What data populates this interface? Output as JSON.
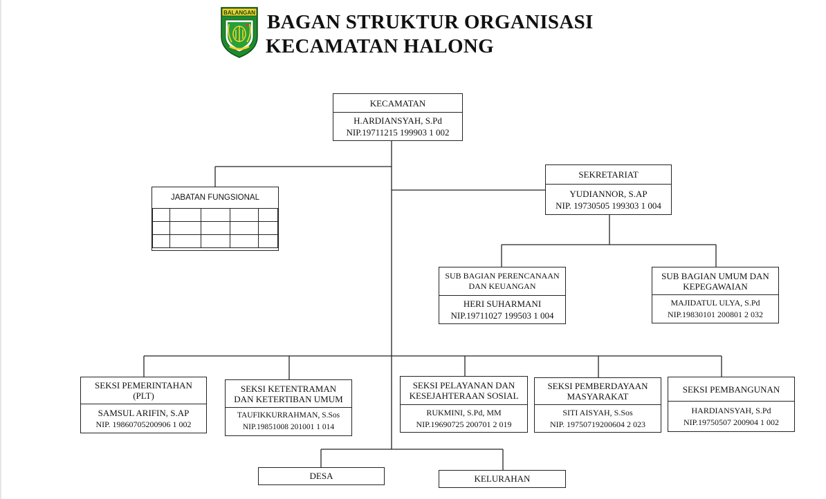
{
  "header": {
    "title_line1": "BAGAN STRUKTUR ORGANISASI",
    "title_line2": "KECAMATAN HALONG",
    "logo_text": "BALANGAN",
    "logo_icon": "regency-emblem"
  },
  "camat": {
    "title": "KECAMATAN",
    "name": "H.ARDIANSYAH, S.Pd",
    "nip": "NIP.19711215 199903 1 002"
  },
  "sekretariat": {
    "title": "SEKRETARIAT",
    "name": "YUDIANNOR, S.AP",
    "nip": "NIP. 19730505 199303 1 004"
  },
  "fungsional": {
    "title": "JABATAN FUNGSIONAL"
  },
  "subbag_perencanaan": {
    "title_l1": "SUB BAGIAN PERENCANAAN",
    "title_l2": "DAN KEUANGAN",
    "name": "HERI SUHARMANI",
    "nip": "NIP.19711027 199503 1 004"
  },
  "subbag_umum": {
    "title_l1": "SUB BAGIAN UMUM DAN",
    "title_l2": "KEPEGAWAIAN",
    "name": "MAJIDATUL ULYA, S.Pd",
    "nip": "NIP.19830101 200801 2 032"
  },
  "seksi_pemerintahan": {
    "title_l1": "SEKSI PEMERINTAHAN",
    "title_l2": "(PLT)",
    "name": "SAMSUL ARIFIN, S.AP",
    "nip": "NIP. 19860705200906 1 002"
  },
  "seksi_ketentraman": {
    "title_l1": "SEKSI KETENTRAMAN",
    "title_l2": "DAN KETERTIBAN UMUM",
    "name": "TAUFIKKURRAHMAN, S.Sos",
    "nip": "NIP.19851008 201001 1 014"
  },
  "seksi_pelayanan": {
    "title_l1": "SEKSI PELAYANAN DAN",
    "title_l2": "KESEJAHTERAAN SOSIAL",
    "name": "RUKMINI, S.Pd, MM",
    "nip": "NIP.19690725 200701 2 019"
  },
  "seksi_pemberdayaan": {
    "title_l1": "SEKSI PEMBERDAYAAN",
    "title_l2": "MASYARAKAT",
    "name": "SITI AISYAH, S.Sos",
    "nip": "NIP. 19750719200604 2 023"
  },
  "seksi_pembangunan": {
    "title": "SEKSI PEMBANGUNAN",
    "name": "HARDIANSYAH, S.Pd",
    "nip": "NIP.19750507 200904 1 002"
  },
  "desa": {
    "title": "DESA"
  },
  "kelurahan": {
    "title": "KELURAHAN"
  }
}
